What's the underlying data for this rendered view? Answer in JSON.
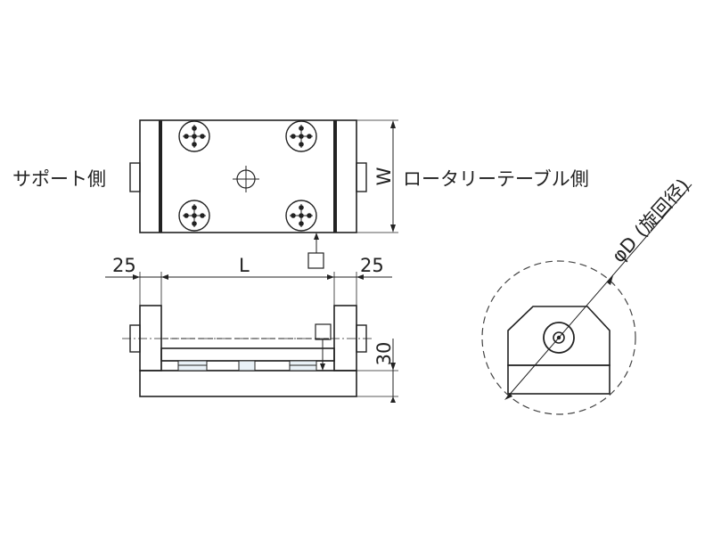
{
  "top_view": {
    "support_side_label": "サポート側",
    "rotary_side_label": "ロータリーテーブル側",
    "width_label": "W"
  },
  "front_view": {
    "left_dim": "25",
    "length_dim": "L",
    "right_dim": "25",
    "height_dim": "30"
  },
  "side_view": {
    "diameter_label": "φD",
    "diameter_note": "(旋回径)"
  },
  "colors": {
    "body_fill": "#d6e8f3",
    "line": "#222222"
  }
}
